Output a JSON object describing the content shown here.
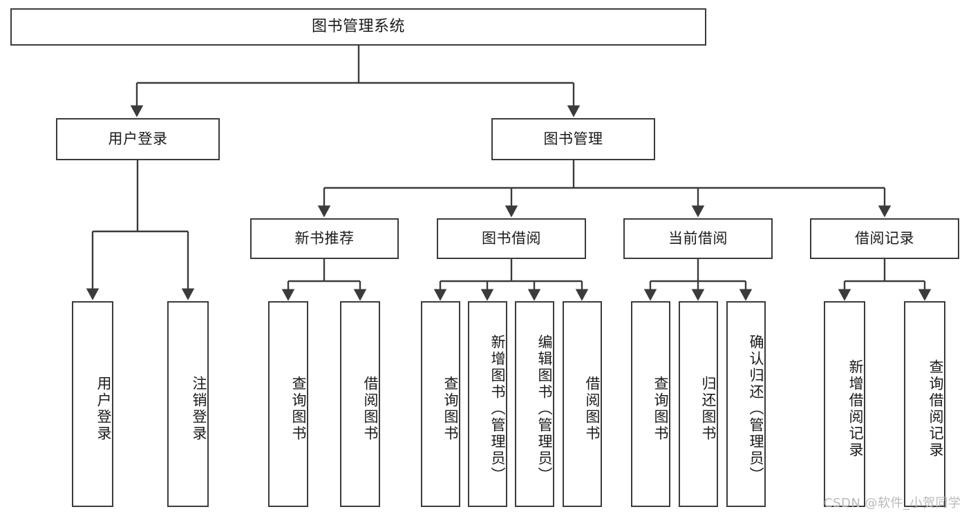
{
  "diagram": {
    "title": "图书管理系统",
    "type": "tree-hierarchy",
    "orientation": "top-down",
    "box_fill": "#ffffff",
    "box_stroke": "#3b3b3b",
    "text_color": "#1a1a1a"
  },
  "nodes": {
    "root": {
      "label": "图书管理系统"
    },
    "level2": [
      {
        "id": "user-login",
        "label": "用户登录"
      },
      {
        "id": "book-manage",
        "label": "图书管理"
      }
    ],
    "level3": [
      {
        "id": "new-book-recommend",
        "label": "新书推荐"
      },
      {
        "id": "book-borrow",
        "label": "图书借阅"
      },
      {
        "id": "current-borrow",
        "label": "当前借阅"
      },
      {
        "id": "borrow-record",
        "label": "借阅记录"
      }
    ],
    "leaves": [
      {
        "id": "leaf-user-login",
        "label": "用户登录",
        "parent": "user-login"
      },
      {
        "id": "leaf-logout-login",
        "label": "注销登录",
        "parent": "user-login"
      },
      {
        "id": "leaf-query-book-1",
        "label": "查询图书",
        "parent": "new-book-recommend"
      },
      {
        "id": "leaf-borrow-book-1",
        "label": "借阅图书",
        "parent": "new-book-recommend"
      },
      {
        "id": "leaf-query-book-2",
        "label": "查询图书",
        "parent": "book-borrow"
      },
      {
        "id": "leaf-add-book",
        "label": "新增图书（管理员）",
        "parent": "book-borrow"
      },
      {
        "id": "leaf-edit-book",
        "label": "编辑图书（管理员）",
        "parent": "book-borrow"
      },
      {
        "id": "leaf-borrow-book-2",
        "label": "借阅图书",
        "parent": "book-borrow"
      },
      {
        "id": "leaf-query-book-3",
        "label": "查询图书",
        "parent": "current-borrow"
      },
      {
        "id": "leaf-return-book",
        "label": "归还图书",
        "parent": "current-borrow"
      },
      {
        "id": "leaf-confirm-return",
        "label": "确认归还（管理员）",
        "parent": "current-borrow"
      },
      {
        "id": "leaf-add-record",
        "label": "新增借阅记录",
        "parent": "borrow-record"
      },
      {
        "id": "leaf-query-record",
        "label": "查询借阅记录",
        "parent": "borrow-record"
      }
    ]
  },
  "watermark": {
    "text": "CSDN @软件_小贺同学"
  }
}
